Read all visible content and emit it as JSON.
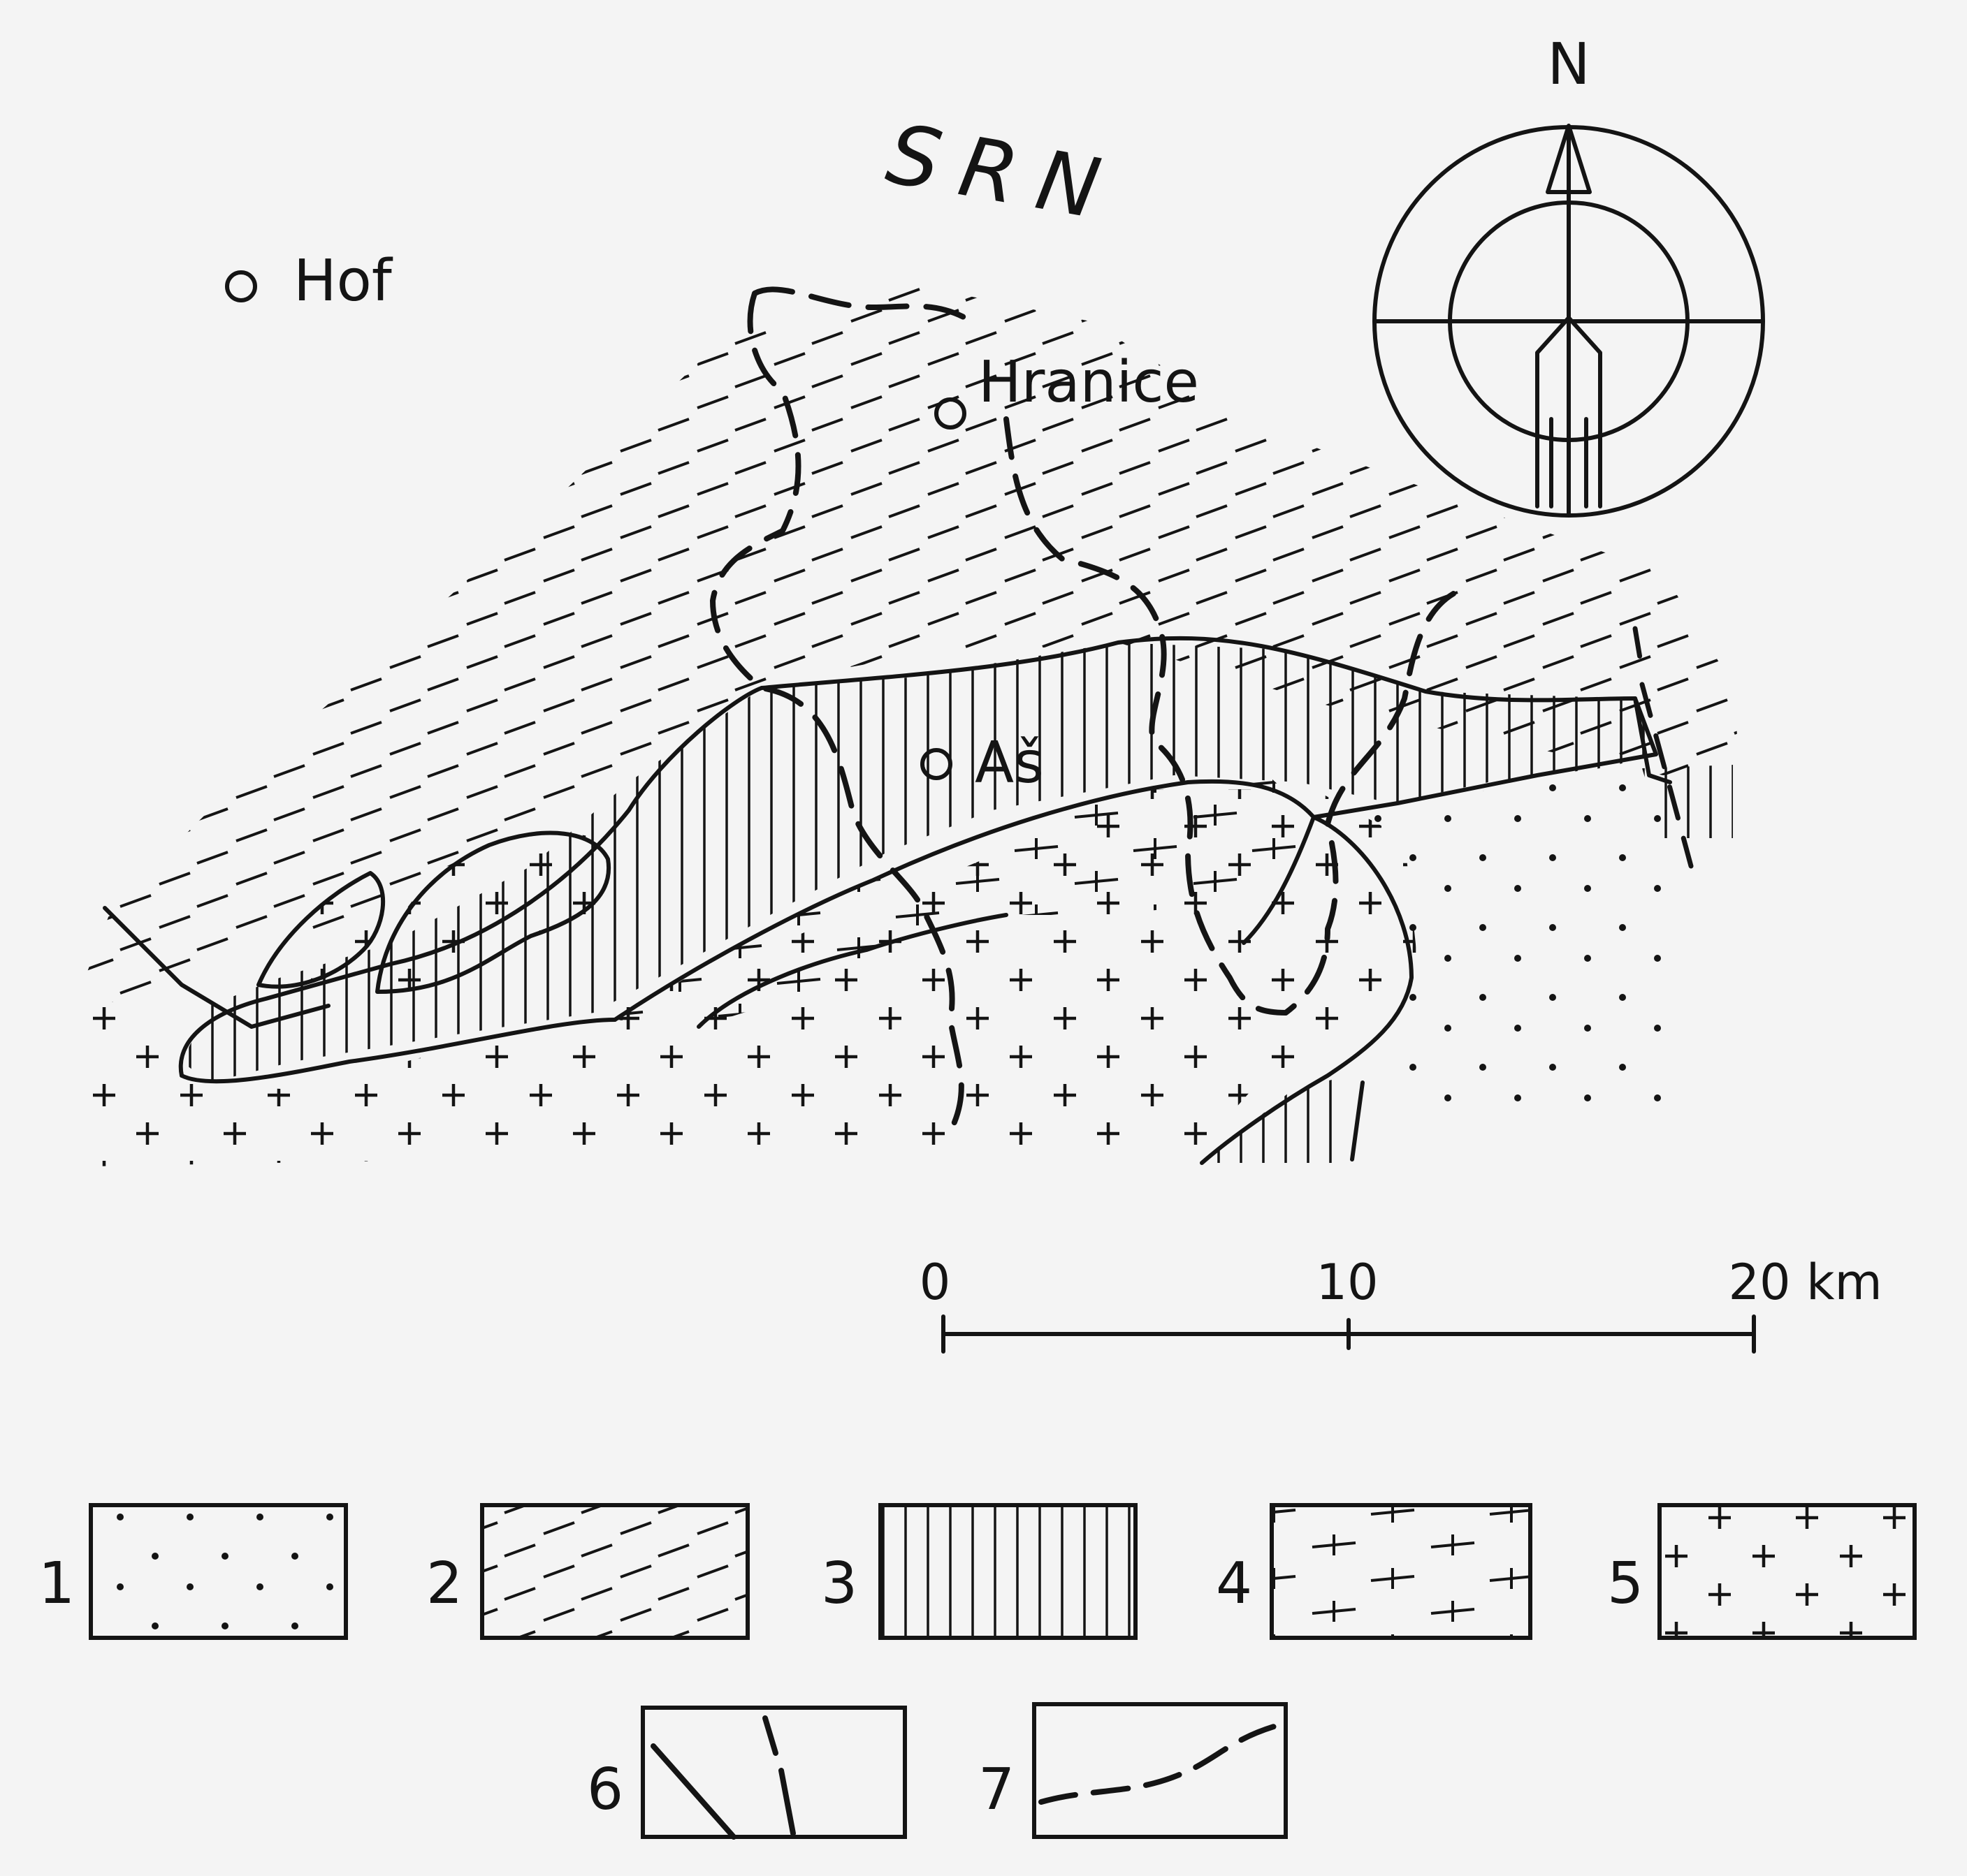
{
  "map": {
    "country_label": "SRN",
    "towns": [
      {
        "name": "Hof"
      },
      {
        "name": "Hranice"
      },
      {
        "name": "Aš"
      }
    ],
    "compass": {
      "north_label": "N"
    },
    "scale_bar": {
      "ticks": [
        "0",
        "10",
        "20"
      ],
      "unit": "km"
    }
  },
  "legend": {
    "items": [
      {
        "number": "1",
        "pattern": "dots"
      },
      {
        "number": "2",
        "pattern": "diagonal-dashes"
      },
      {
        "number": "3",
        "pattern": "vertical-lines"
      },
      {
        "number": "4",
        "pattern": "dashed-crosses"
      },
      {
        "number": "5",
        "pattern": "crosses"
      },
      {
        "number": "6",
        "pattern": "fault-lines"
      },
      {
        "number": "7",
        "pattern": "state-border"
      }
    ]
  },
  "colors": {
    "ink": "#141414",
    "paper": "#f4f4f4"
  }
}
